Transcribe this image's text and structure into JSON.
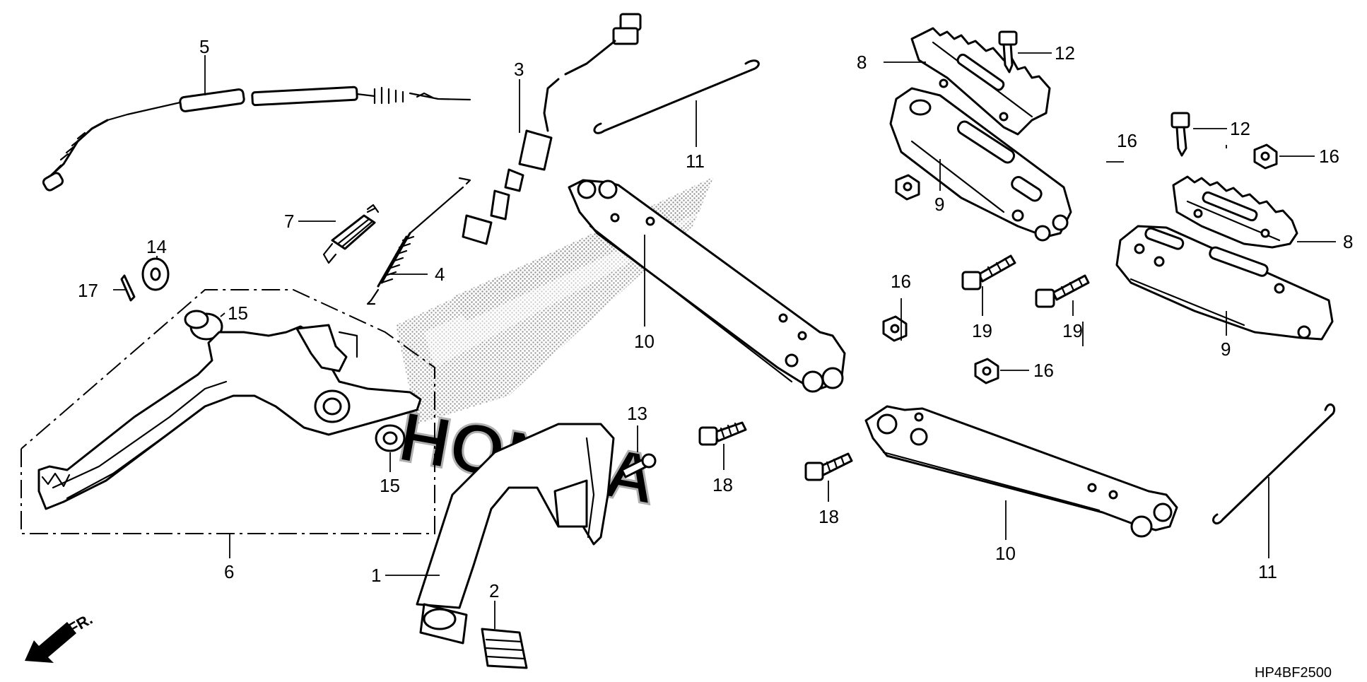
{
  "callouts": [
    {
      "id": "1",
      "text": "1"
    },
    {
      "id": "2",
      "text": "2"
    },
    {
      "id": "3",
      "text": "3"
    },
    {
      "id": "4",
      "text": "4"
    },
    {
      "id": "5",
      "text": "5"
    },
    {
      "id": "6",
      "text": "6"
    },
    {
      "id": "7",
      "text": "7"
    },
    {
      "id": "8a",
      "text": "8"
    },
    {
      "id": "8b",
      "text": "8"
    },
    {
      "id": "9a",
      "text": "9"
    },
    {
      "id": "9b",
      "text": "9"
    },
    {
      "id": "10a",
      "text": "10"
    },
    {
      "id": "10b",
      "text": "10"
    },
    {
      "id": "11a",
      "text": "11"
    },
    {
      "id": "11b",
      "text": "11"
    },
    {
      "id": "12a",
      "text": "12"
    },
    {
      "id": "12b",
      "text": "12"
    },
    {
      "id": "13",
      "text": "13"
    },
    {
      "id": "14",
      "text": "14"
    },
    {
      "id": "15a",
      "text": "15"
    },
    {
      "id": "15b",
      "text": "15"
    },
    {
      "id": "16a",
      "text": "16"
    },
    {
      "id": "16b",
      "text": "16"
    },
    {
      "id": "16c",
      "text": "16"
    },
    {
      "id": "16d",
      "text": "16"
    },
    {
      "id": "17",
      "text": "17"
    },
    {
      "id": "18a",
      "text": "18"
    },
    {
      "id": "18b",
      "text": "18"
    },
    {
      "id": "19a",
      "text": "19"
    },
    {
      "id": "19b",
      "text": "19"
    }
  ],
  "front_marker": "FR.",
  "diagram_code": "HP4BF2500",
  "watermark": "HONDA"
}
